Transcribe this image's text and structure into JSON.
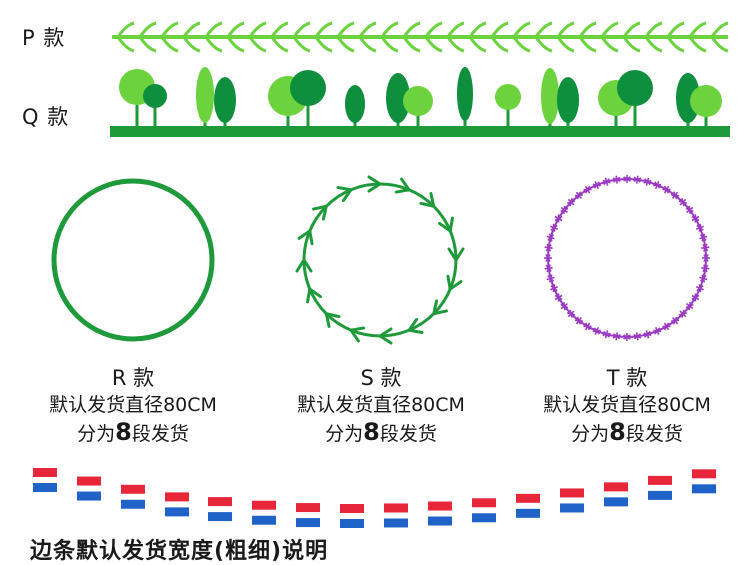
{
  "rows": {
    "p_label": "P 款",
    "q_label": "Q 款"
  },
  "circles": [
    {
      "title": "R 款",
      "line1": "默认发货直径80CM",
      "line2_pre": "分为",
      "line2_num": "8",
      "line2_post": "段发货"
    },
    {
      "title": "S 款",
      "line1": "默认发货直径80CM",
      "line2_pre": "分为",
      "line2_num": "8",
      "line2_post": "段发货"
    },
    {
      "title": "T 款",
      "line1": "默认发货直径80CM",
      "line2_pre": "分为",
      "line2_num": "8",
      "line2_post": "段发货"
    }
  ],
  "footer": "边条默认发货宽度(粗细)说明",
  "colors": {
    "green_dark": "#1f9a3a",
    "green_light": "#6cd23e",
    "green_tree_dark": "#0e8f3e",
    "purple": "#9b3bc4",
    "red": "#e8263a",
    "blue": "#1f63c8"
  }
}
